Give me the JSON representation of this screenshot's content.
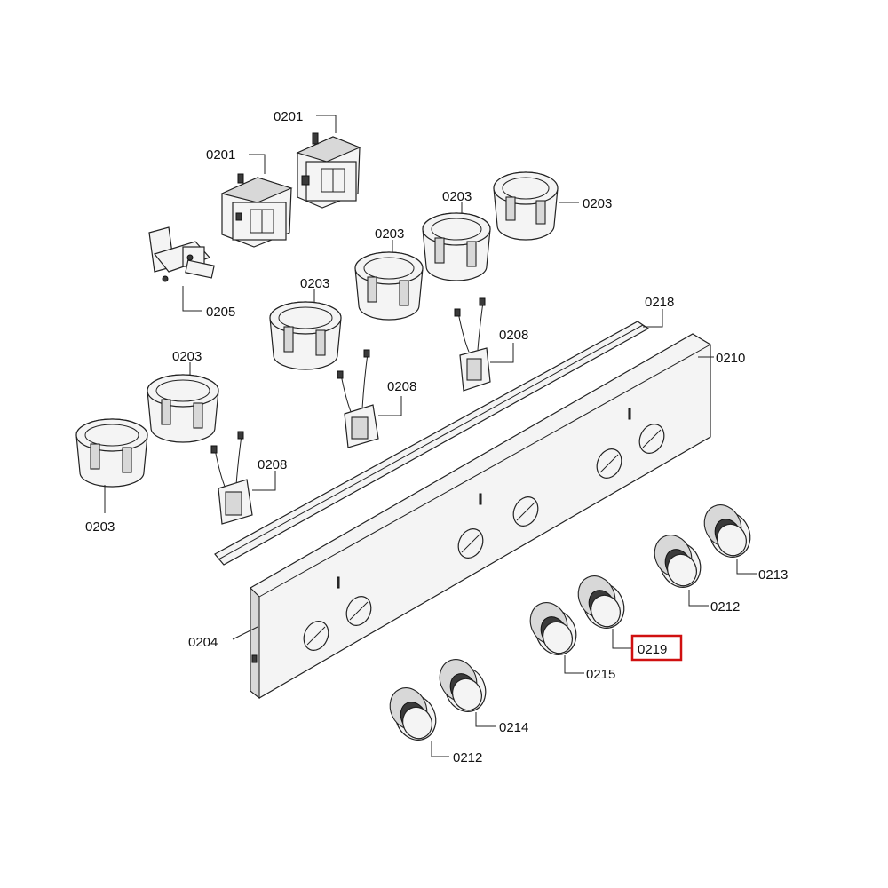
{
  "diagram": {
    "labels": {
      "sw_a": "0201",
      "sw_b": "0201",
      "gas_valve": "0205",
      "ring_1": "0203",
      "ring_2": "0203",
      "ring_3": "0203",
      "ring_4": "0203",
      "ring_5": "0203",
      "ring_6": "0203",
      "ign_1": "0208",
      "ign_2": "0208",
      "ign_3": "0208",
      "rail": "0218",
      "panel": "0210",
      "panel_end": "0204",
      "knob_213": "0213",
      "knob_212a": "0212",
      "knob_219": "0219",
      "knob_215": "0215",
      "knob_214": "0214",
      "knob_212b": "0212"
    },
    "highlight": {
      "target": "knob_219",
      "color": "#d01010"
    }
  }
}
